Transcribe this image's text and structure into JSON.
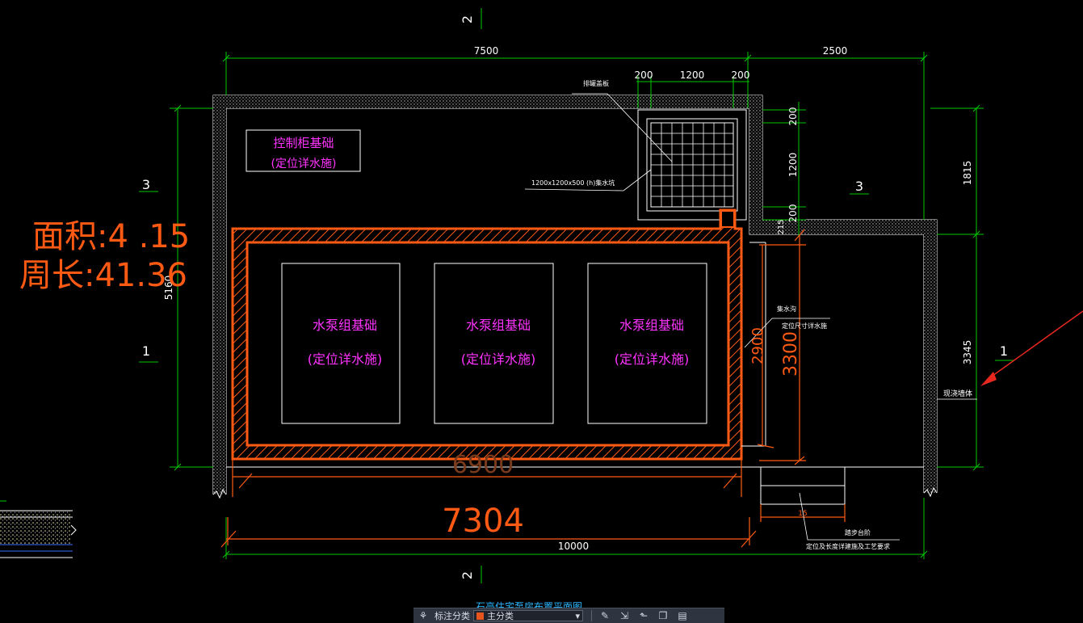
{
  "colors": {
    "background": "#000000",
    "wall": "#ffffff",
    "dimension": "#00c800",
    "annotation_text": "#ffffff",
    "highlight": "#ff5a14",
    "magenta_text": "#ff33ff",
    "cyan_text": "#2ab8ff",
    "white_line": "#ffffff"
  },
  "measurement": {
    "area_label": "面积:4 .15",
    "perimeter_label": "周长:41.36",
    "bottom_dim": "7304",
    "inner_dim": "6900",
    "right_dim_outer": "3300",
    "right_dim_inner": "2900"
  },
  "dimensions": {
    "top_left": "7500",
    "top_right": "2500",
    "pit_200_left": "200",
    "pit_1200": "1200",
    "pit_200_right": "200",
    "bottom_total": "10000",
    "left_height": "5160",
    "right_top": "1815",
    "right_bottom": "3345",
    "pit_v_200_top": "200",
    "pit_v_1200": "1200",
    "pit_v_200_bottom": "200",
    "step_215": "215",
    "small_15": "15"
  },
  "axis_marks": {
    "top": "2",
    "bottom": "2",
    "left_upper": "3",
    "right_upper": "3",
    "left_lower": "1",
    "right_lower": "1"
  },
  "labels": {
    "control_cabinet_line1": "控制柜基础",
    "control_cabinet_line2": "(定位详水施)",
    "pump1_line1": "水泵组基础",
    "pump1_line2": "(定位详水施)",
    "pump2_line1": "水泵组基础",
    "pump2_line2": "(定位详水施)",
    "pump3_line1": "水泵组基础",
    "pump3_line2": "(定位详水施)",
    "pit_cover": "排罐盖板",
    "sump_pit": "1200x1200x500 (h)集水坑",
    "drain_ditch_line1": "集水沟",
    "drain_ditch_line2": "定位尺寸详水施",
    "existing_wall": "现浇墙体",
    "steps_line1": "踏步台阶",
    "steps_line2": "定位及长度详建施及工艺要求",
    "drawing_title": "石亭住宅泵房布置平面图"
  },
  "toolbar": {
    "label": "标注分类",
    "selected": "主分类",
    "selected_color": "#e8541e",
    "dropdown_icon": "chevron-down-icon",
    "icons": [
      "pin-icon",
      "measure-icon",
      "move-icon",
      "copy-icon",
      "layer-icon"
    ]
  }
}
